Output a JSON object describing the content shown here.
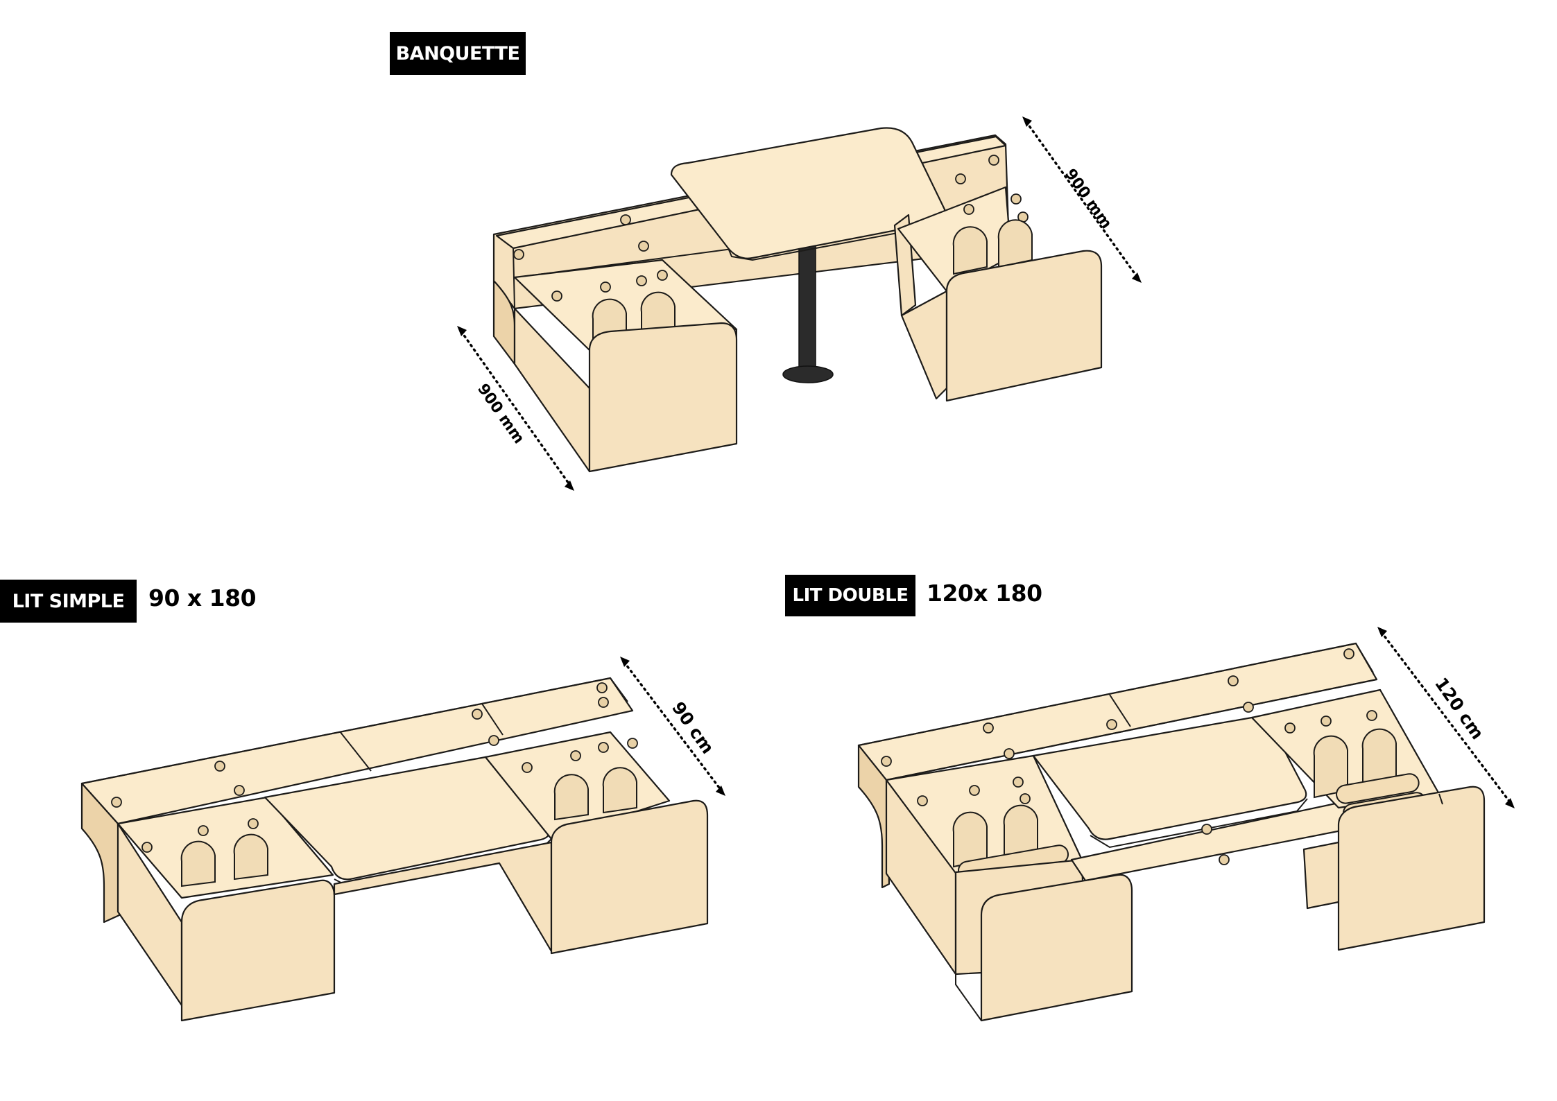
{
  "labels": {
    "banquette": "BANQUETTE",
    "lit_simple": "LIT SIMPLE",
    "lit_simple_size": "90 x 180",
    "lit_double": "LIT DOUBLE",
    "lit_double_size": "120x 180"
  },
  "dimensions": {
    "banquette_back": "900 mm",
    "banquette_side": "900 mm",
    "lit_simple_depth": "90 cm",
    "lit_double_depth": "120 cm"
  },
  "colors": {
    "wood": "#f6e2bf",
    "outline": "#1c1b19",
    "table_leg": "#2b2b2b",
    "tag_background": "#000000",
    "tag_text": "#ffffff"
  }
}
